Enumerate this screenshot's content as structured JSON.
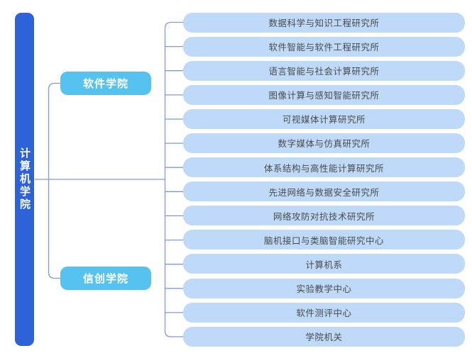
{
  "root": {
    "label": "计算机学院"
  },
  "branches": [
    {
      "label": "软件学院"
    },
    {
      "label": "信创学院"
    }
  ],
  "leaves": [
    "数据科学与知识工程研究所",
    "软件智能与软件工程研究所",
    "语言智能与社会计算研究所",
    "图像计算与感知智能研究所",
    "可视媒体计算研究所",
    "数字媒体与仿真研究所",
    "体系结构与高性能计算研究所",
    "先进网络与数据安全研究所",
    "网络攻防对抗技术研究所",
    "脑机接口与类脑智能研究中心",
    "计算机系",
    "实验教学中心",
    "软件测评中心",
    "学院机关"
  ],
  "colors": {
    "root_fill": "#2e62d8",
    "branch_fill": "#56c2f0",
    "leaf_fill": "#bedaf8",
    "leaf_text": "#4a4a4a",
    "connector": "#7f9ad6",
    "background": "#ffffff"
  }
}
